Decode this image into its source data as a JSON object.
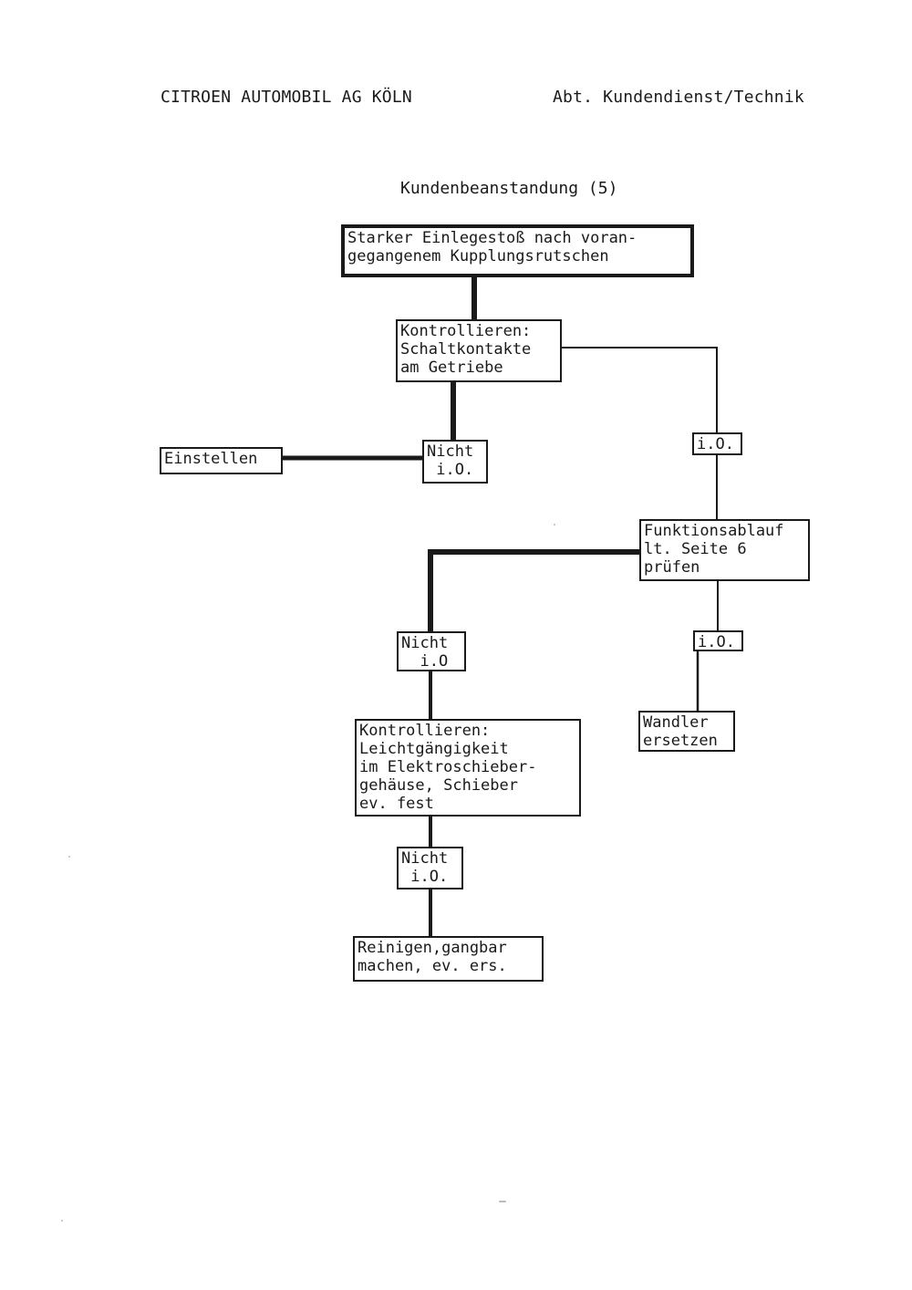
{
  "header": {
    "left": "CITROEN AUTOMOBIL AG KÖLN",
    "right": "Abt. Kundendienst/Technik"
  },
  "title": "Kundenbeanstandung (5)",
  "nodes": {
    "complaint": {
      "lines": [
        "Starker Einlegestoß nach voran-",
        "gegangenem Kupplungsrutschen"
      ]
    },
    "check_contacts": {
      "lines": [
        "Kontrollieren:",
        "Schaltkontakte",
        "am Getriebe"
      ]
    },
    "adjust": {
      "lines": [
        "Einstellen"
      ]
    },
    "not_ok_1": {
      "lines": [
        "Nicht",
        " i.O."
      ]
    },
    "ok_1": {
      "lines": [
        "i.O."
      ]
    },
    "function_check": {
      "lines": [
        "Funktionsablauf",
        "lt. Seite 6",
        "prüfen"
      ]
    },
    "not_ok_2": {
      "lines": [
        "Nicht",
        "  i.O"
      ]
    },
    "ok_2": {
      "lines": [
        "i.O."
      ]
    },
    "replace_converter": {
      "lines": [
        "Wandler",
        "ersetzen"
      ]
    },
    "check_slider": {
      "lines": [
        "Kontrollieren:",
        "Leichtgängigkeit",
        "im Elektroschieber-",
        "gehäuse, Schieber",
        "ev. fest"
      ]
    },
    "not_ok_3": {
      "lines": [
        "Nicht",
        " i.O."
      ]
    },
    "clean": {
      "lines": [
        "Reinigen,gangbar",
        "machen, ev. ers."
      ]
    }
  }
}
